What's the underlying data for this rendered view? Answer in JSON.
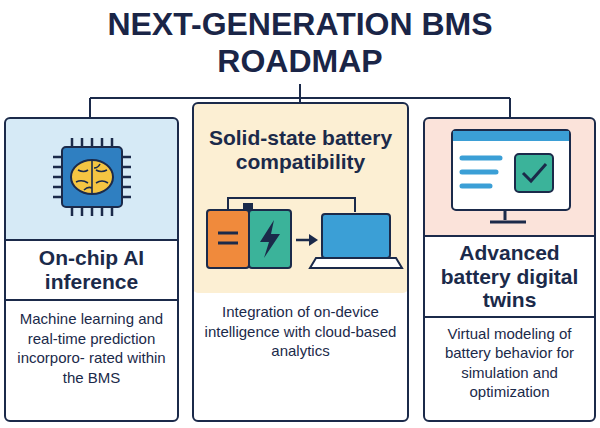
{
  "diagram": {
    "title": "NEXT-GENERATION BMS ROADMAP",
    "nodes": [
      {
        "text": [
          "On-chip AI inference",
          "Machine learning and real-time prediction incorporo- rated within the BMS"
        ]
      },
      {
        "text": [
          "Solid-state battery compatibility",
          "Integration of on-device intelligence with cloud-based analytics"
        ]
      },
      {
        "text": [
          "Advanced battery digital twins",
          "Virtual modeling of battery behavior for simulation and optimization"
        ]
      }
    ]
  }
}
